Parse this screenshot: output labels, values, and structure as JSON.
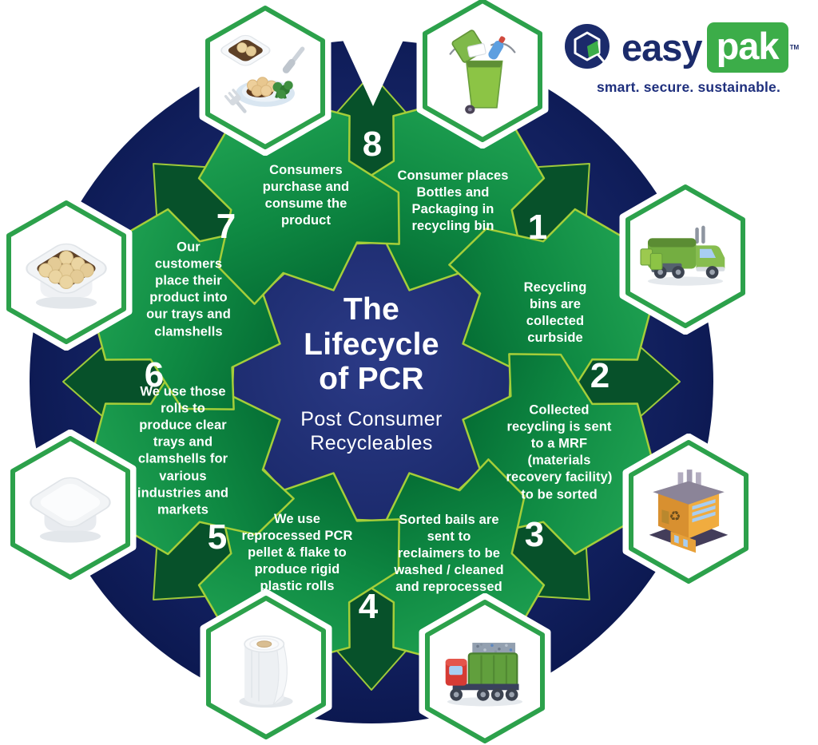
{
  "title": {
    "line1": "The",
    "line2": "Lifecycle",
    "line3": "of PCR",
    "subtitle_line1": "Post Consumer",
    "subtitle_line2": "Recycleables"
  },
  "logo": {
    "name_part1": "easy",
    "name_part2": "pak",
    "trademark": "TM",
    "tagline": "smart. secure. sustainable.",
    "icon": "hexagon-package-leaf-icon"
  },
  "steps": [
    {
      "number": "1",
      "text": "Consumer places Bottles and Packaging in recycling bin",
      "icon": "recycling-bin-icon"
    },
    {
      "number": "2",
      "text": "Recycling bins are collected curbside",
      "icon": "garbage-truck-icon"
    },
    {
      "number": "3",
      "text": "Collected recycling is sent to a MRF (materials recovery facility) to be sorted",
      "icon": "recycling-factory-icon"
    },
    {
      "number": "4",
      "text": "Sorted bails are sent to reclaimers to be washed / cleaned and reprocessed",
      "icon": "bale-truck-icon"
    },
    {
      "number": "5",
      "text": "We use reprocessed PCR pellet & flake to produce rigid plastic rolls",
      "icon": "plastic-roll-icon"
    },
    {
      "number": "6",
      "text": "We use those rolls to produce clear trays and clamshells for various industries and markets",
      "icon": "clear-tray-icon"
    },
    {
      "number": "7",
      "text": "Our customers place their product into our trays and clamshells",
      "icon": "filled-tray-icon"
    },
    {
      "number": "8",
      "text": "Consumers purchase and consume the product",
      "icon": "meal-plate-icon"
    }
  ],
  "colors": {
    "navy_circle": "#101E5B",
    "petal_green_bright": "#1FA251",
    "petal_green_dark": "#046B33",
    "lime_outline": "#A5CE39",
    "hexagon_border": "#2CA14B",
    "logo_navy": "#1B2B6B",
    "logo_green": "#3CAD49",
    "text_white": "#FFFFFF"
  }
}
